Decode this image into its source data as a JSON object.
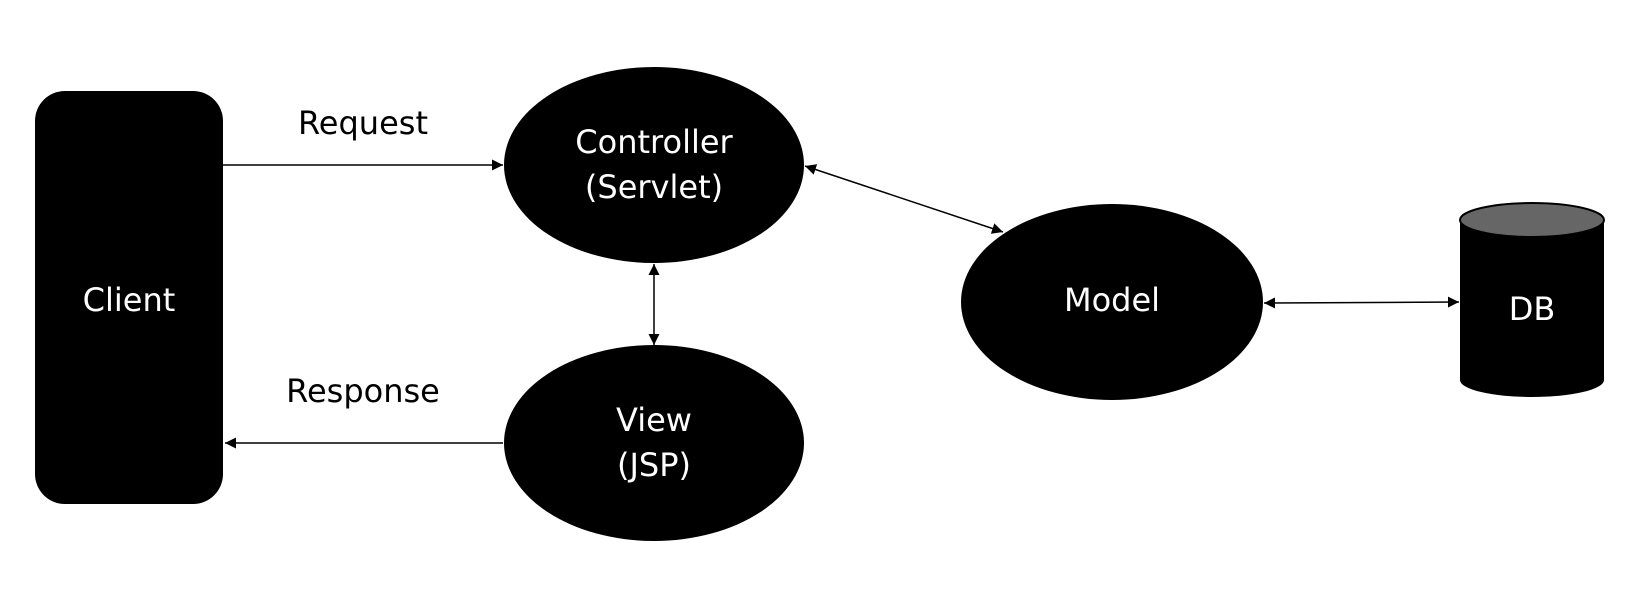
{
  "diagram": {
    "nodes": {
      "client": {
        "label": "Client",
        "shape": "rounded-rectangle"
      },
      "controller": {
        "line1": "Controller",
        "line2": "(Servlet)",
        "shape": "ellipse"
      },
      "view": {
        "line1": "View",
        "line2": "(JSP)",
        "shape": "ellipse"
      },
      "model": {
        "label": "Model",
        "shape": "ellipse"
      },
      "db": {
        "label": "DB",
        "shape": "cylinder"
      }
    },
    "edges": {
      "request": {
        "label": "Request",
        "from": "Client",
        "to": "Controller"
      },
      "response": {
        "label": "Response",
        "from": "View",
        "to": "Client"
      },
      "controller_view": {
        "from": "Controller",
        "to": "View",
        "direction": "both"
      },
      "controller_model": {
        "from": "Controller",
        "to": "Model",
        "direction": "both"
      },
      "model_db": {
        "from": "Model",
        "to": "DB",
        "direction": "both"
      }
    },
    "colors": {
      "node_fill": "#000000",
      "node_text": "#ffffff",
      "db_top": "#666666",
      "edge": "#000000",
      "background": "#ffffff"
    }
  }
}
